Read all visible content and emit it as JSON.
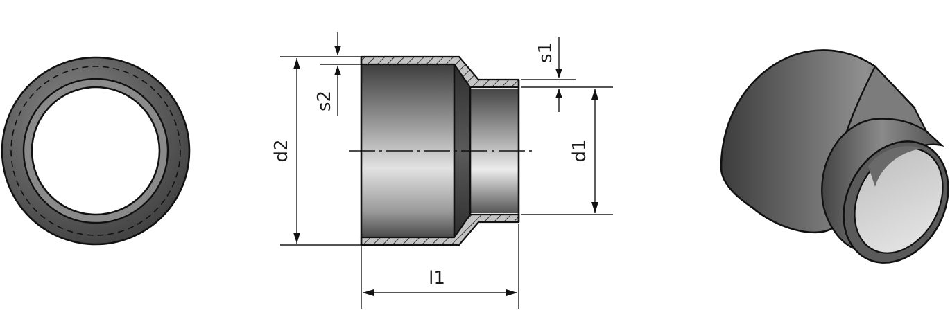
{
  "drawing": {
    "labels": {
      "s1": "s1",
      "s2": "s2",
      "d1": "d1",
      "d2": "d2",
      "l1": "l1"
    }
  },
  "colors": {
    "line": "#111111",
    "body_dark": "#4a4a4a",
    "body_mid": "#7a7a7a",
    "body_light": "#d0d0d0",
    "section_fill": "#b8b8b8",
    "background": "#ffffff"
  }
}
